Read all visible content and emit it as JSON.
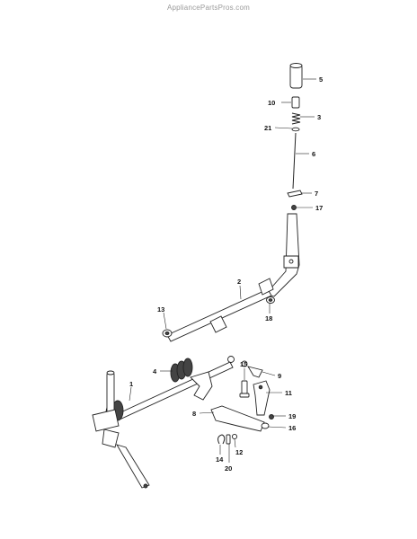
{
  "watermark": "AppliancePartsPros.com",
  "callouts": [
    {
      "id": "c5",
      "text": "5"
    },
    {
      "id": "c10",
      "text": "10"
    },
    {
      "id": "c3",
      "text": "3"
    },
    {
      "id": "c21",
      "text": "21"
    },
    {
      "id": "c6",
      "text": "6"
    },
    {
      "id": "c7",
      "text": "7"
    },
    {
      "id": "c17",
      "text": "17"
    },
    {
      "id": "c2",
      "text": "2"
    },
    {
      "id": "c13",
      "text": "13"
    },
    {
      "id": "c18",
      "text": "18"
    },
    {
      "id": "c4",
      "text": "4"
    },
    {
      "id": "c15",
      "text": "15"
    },
    {
      "id": "c9",
      "text": "9"
    },
    {
      "id": "c1",
      "text": "1"
    },
    {
      "id": "c11",
      "text": "11"
    },
    {
      "id": "c8",
      "text": "8"
    },
    {
      "id": "c19",
      "text": "19"
    },
    {
      "id": "c16",
      "text": "16"
    },
    {
      "id": "c12",
      "text": "12"
    },
    {
      "id": "c14",
      "text": "14"
    },
    {
      "id": "c20",
      "text": "20"
    }
  ]
}
